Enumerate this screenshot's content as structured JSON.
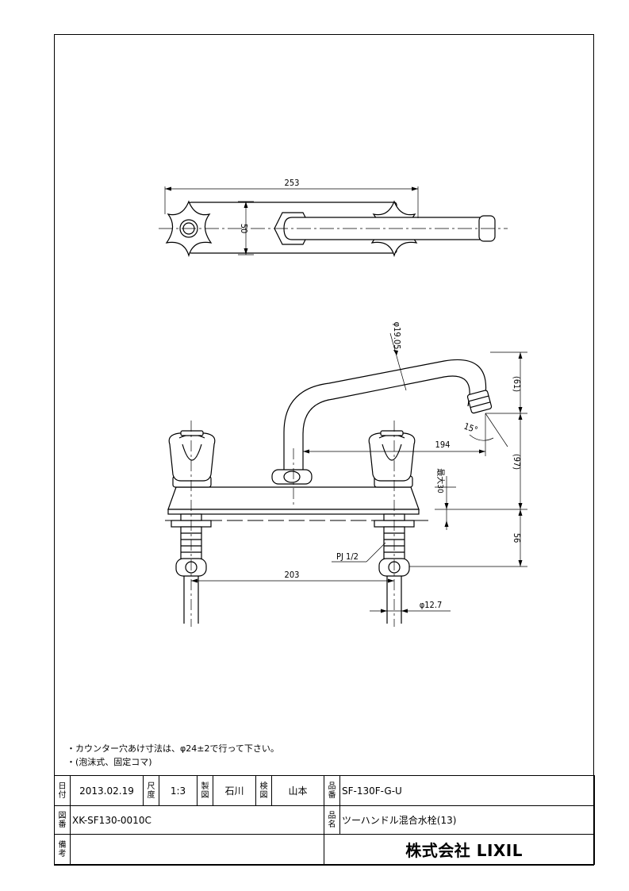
{
  "dimensions": {
    "top_width": "253",
    "top_depth": "50",
    "spout_dia": "φ19.05",
    "spout_height": "(61)",
    "spout_angle": "15°",
    "spout_reach": "194",
    "handle_height": "(97)",
    "max_thickness": "最大30",
    "shank_length": "56",
    "thread": "PJ 1/2",
    "centers": "203",
    "pipe_dia": "φ12.7"
  },
  "notes": [
    "・カウンター穴あけ寸法は、φ24±2で行って下さい。",
    "・(泡沫式、固定コマ)"
  ],
  "title_block": {
    "date_label": [
      "日",
      "付"
    ],
    "date": "2013.02.19",
    "scale_label": [
      "尺",
      "度"
    ],
    "scale": "1:3",
    "drawn_label": [
      "製",
      "図"
    ],
    "drawn": "石川",
    "checked_label": [
      "検",
      "図"
    ],
    "checked": "山本",
    "part_no_label": [
      "品",
      "番"
    ],
    "part_no": "SF-130F-G-U",
    "drawing_no_label": [
      "図",
      "番"
    ],
    "drawing_no": "XK-SF130-0010C",
    "product_name_label": [
      "品",
      "名"
    ],
    "product_name": "ツーハンドル混合水栓(13)",
    "remarks_label": [
      "備",
      "考"
    ],
    "remarks": "",
    "company": "株式会社 LIXIL"
  }
}
